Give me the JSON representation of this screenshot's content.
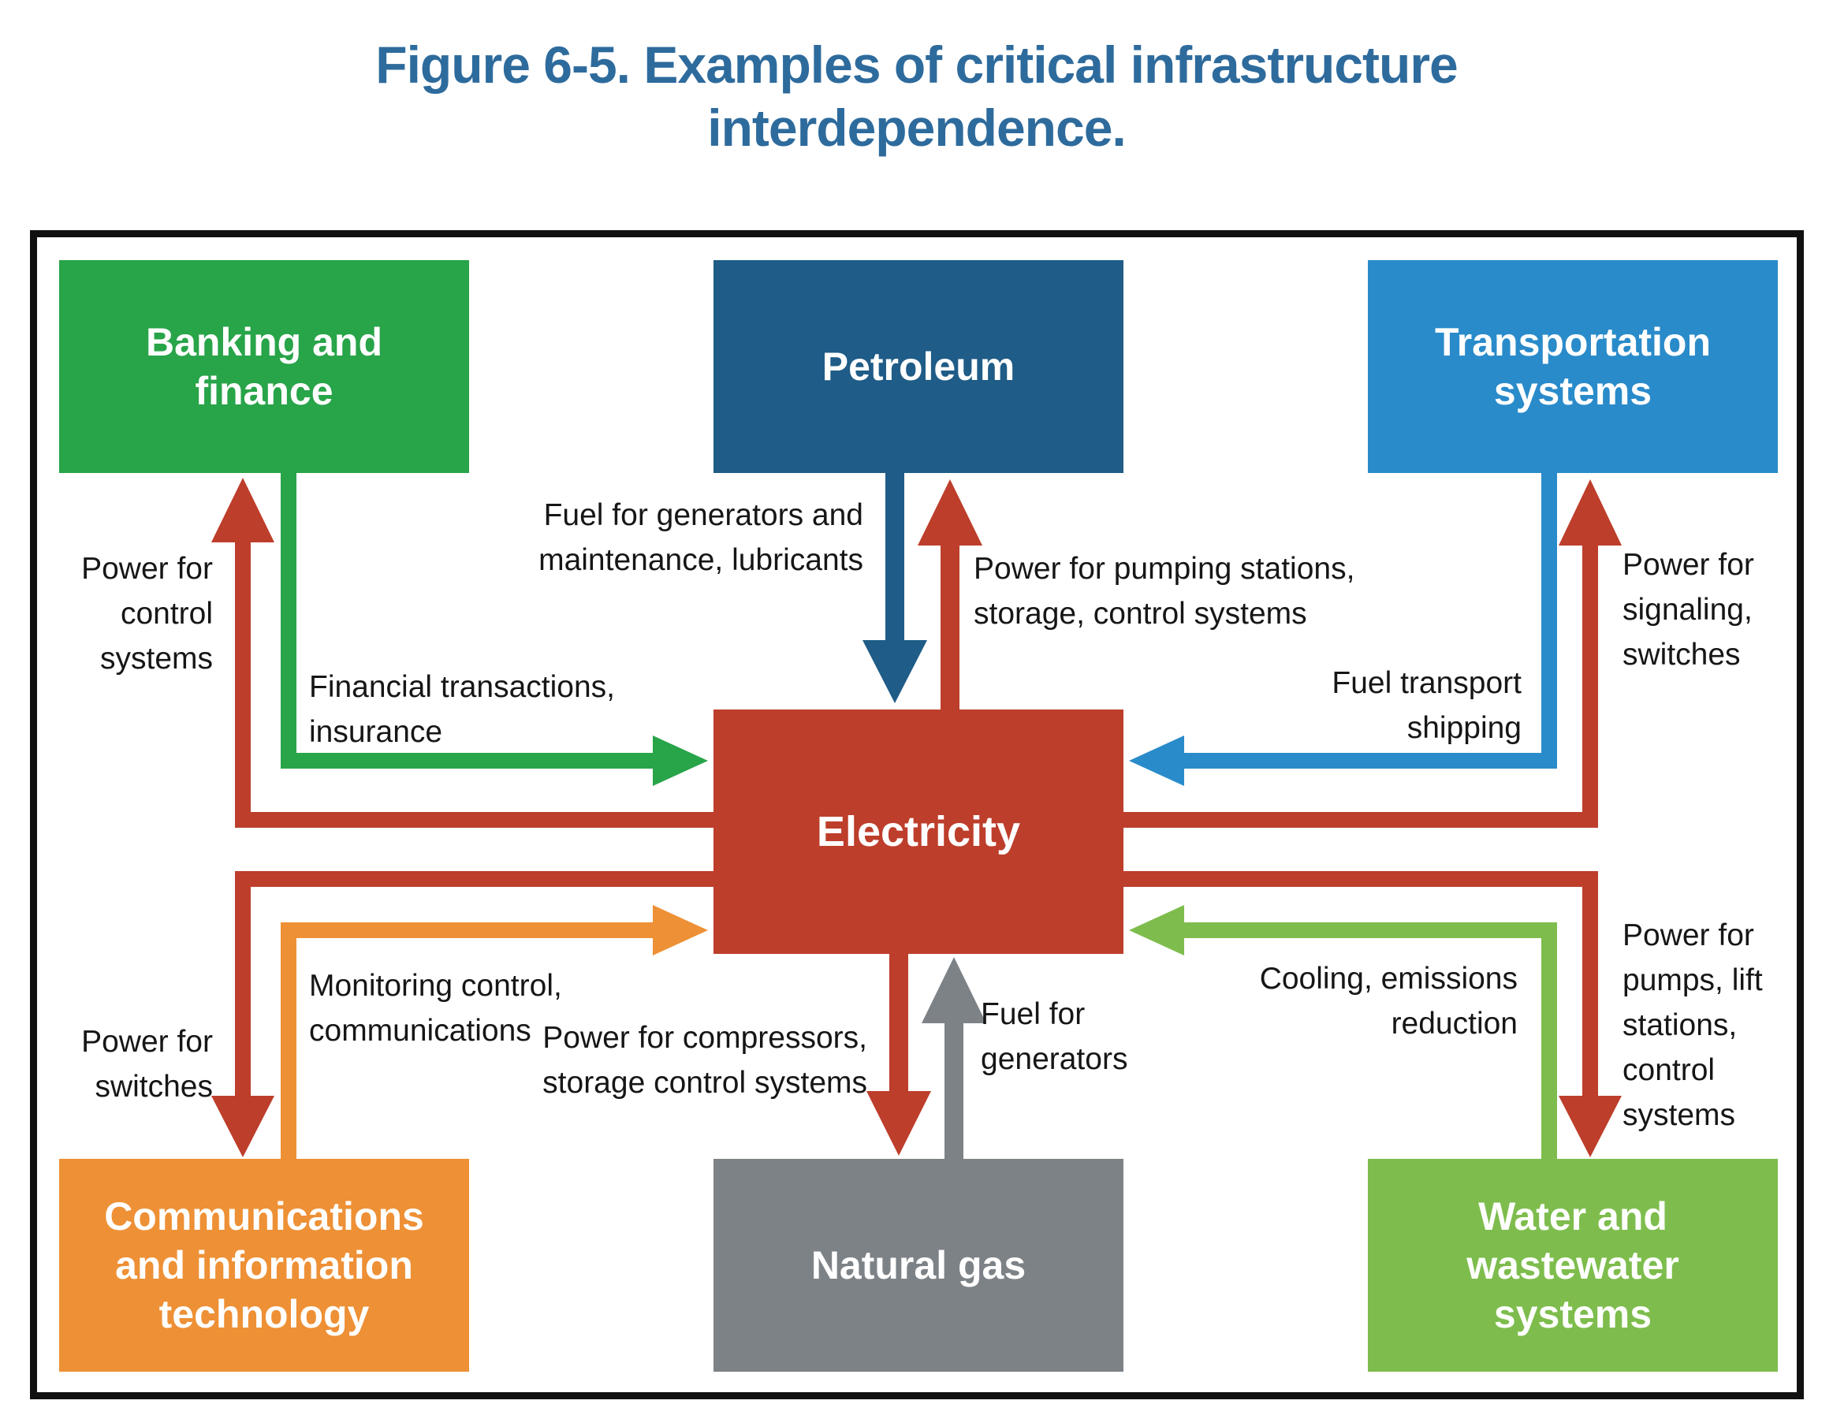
{
  "title": {
    "text": "Figure 6-5. Examples of critical infrastructure\ninterdependence.",
    "color": "#2e6b9d"
  },
  "nodes": {
    "banking": {
      "label": "Banking and\nfinance",
      "color": "#28a449"
    },
    "petroleum": {
      "label": "Petroleum",
      "color": "#1f5c87"
    },
    "transportation": {
      "label": "Transportation\nsystems",
      "color": "#2a8bca"
    },
    "electricity": {
      "label": "Electricity",
      "color": "#bd3e2b"
    },
    "communications": {
      "label": "Communications\nand information\ntechnology",
      "color": "#ee9035"
    },
    "natural_gas": {
      "label": "Natural gas",
      "color": "#7d8287"
    },
    "water": {
      "label": "Water and\nwastewater\nsystems",
      "color": "#7ebd4d"
    }
  },
  "edges": {
    "electricity_to_banking": {
      "from": "Electricity",
      "to": "Banking and finance",
      "color": "#bd3e2b",
      "label": "Power for\ncontrol\nsystems"
    },
    "banking_to_electricity": {
      "from": "Banking and finance",
      "to": "Electricity",
      "color": "#28a449",
      "label": "Financial transactions,\ninsurance"
    },
    "petroleum_to_electricity": {
      "from": "Petroleum",
      "to": "Electricity",
      "color": "#1f5c87",
      "label": "Fuel for generators and\nmaintenance, lubricants"
    },
    "electricity_to_petroleum": {
      "from": "Electricity",
      "to": "Petroleum",
      "color": "#bd3e2b",
      "label": "Power for pumping stations,\nstorage, control systems"
    },
    "transportation_to_electricity": {
      "from": "Transportation systems",
      "to": "Electricity",
      "color": "#2a8bca",
      "label": "Fuel transport\nshipping"
    },
    "electricity_to_transportation": {
      "from": "Electricity",
      "to": "Transportation systems",
      "color": "#bd3e2b",
      "label": "Power for\nsignaling,\nswitches"
    },
    "electricity_to_communications": {
      "from": "Electricity",
      "to": "Communications and information technology",
      "color": "#bd3e2b",
      "label": "Power for\nswitches"
    },
    "communications_to_electricity": {
      "from": "Communications and information technology",
      "to": "Electricity",
      "color": "#ee9035",
      "label": "Monitoring control,\ncommunications"
    },
    "electricity_to_natural_gas": {
      "from": "Electricity",
      "to": "Natural gas",
      "color": "#bd3e2b",
      "label": "Power for compressors,\nstorage control systems"
    },
    "natural_gas_to_electricity": {
      "from": "Natural gas",
      "to": "Electricity",
      "color": "#7d8287",
      "label": "Fuel for\ngenerators"
    },
    "water_to_electricity": {
      "from": "Water and wastewater systems",
      "to": "Electricity",
      "color": "#7ebd4d",
      "label": "Cooling, emissions\nreduction"
    },
    "electricity_to_water": {
      "from": "Electricity",
      "to": "Water and wastewater systems",
      "color": "#bd3e2b",
      "label": "Power for\npumps, lift\nstations,\ncontrol\nsystems"
    }
  }
}
